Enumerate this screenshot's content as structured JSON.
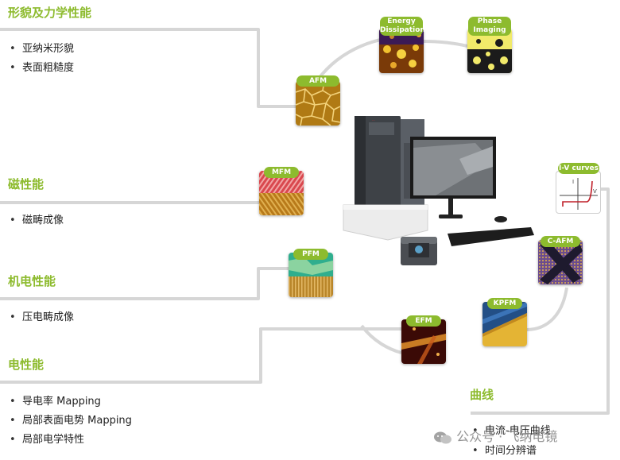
{
  "categories": {
    "morphology": {
      "title": "形貌及力学性能",
      "items": [
        "亚纳米形貌",
        "表面粗糙度"
      ]
    },
    "magnetic": {
      "title": "磁性能",
      "items": [
        "磁畴成像"
      ]
    },
    "electromech": {
      "title": "机电性能",
      "items": [
        "压电畴成像"
      ]
    },
    "electrical": {
      "title": "电性能",
      "items": [
        "导电率 Mapping",
        "局部表面电势 Mapping",
        "局部电学特性"
      ]
    },
    "curves": {
      "title": "曲线",
      "items": [
        "电流-电压曲线",
        "时间分辨谱"
      ]
    }
  },
  "modes": {
    "afm": "AFM",
    "energy_1": "Energy",
    "energy_2": "Dissipation",
    "phase_1": "Phase",
    "phase_2": "Imaging",
    "mfm": "MFM",
    "pfm": "PFM",
    "iv": "I-V curves",
    "iv_axis_i": "I",
    "iv_axis_v": "V",
    "cafm": "C-AFM",
    "kpfm": "KPFM",
    "efm": "EFM"
  },
  "instrument_logo": "...",
  "watermark": "公众号 · 飞纳电镜",
  "colors": {
    "accent": "#8DBB2E",
    "line": "#D6D6D6"
  }
}
